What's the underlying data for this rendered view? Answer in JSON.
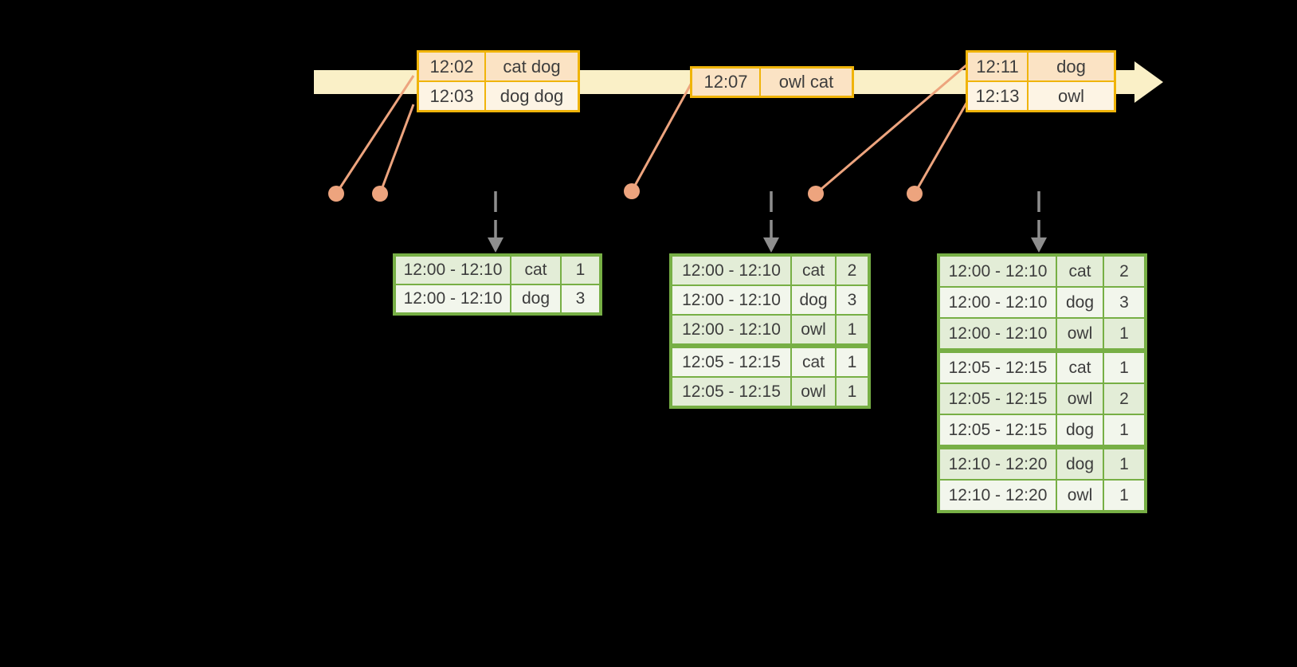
{
  "timeline": {
    "event_batches": [
      {
        "rows": [
          {
            "time": "12:02",
            "words": "cat dog"
          },
          {
            "time": "12:03",
            "words": "dog dog"
          }
        ]
      },
      {
        "rows": [
          {
            "time": "12:07",
            "words": "owl cat"
          }
        ]
      },
      {
        "rows": [
          {
            "time": "12:11",
            "words": "dog"
          },
          {
            "time": "12:13",
            "words": "owl"
          }
        ]
      }
    ]
  },
  "result_tables": [
    {
      "rows": [
        {
          "window": "12:00 - 12:10",
          "word": "cat",
          "count": "1"
        },
        {
          "window": "12:00 - 12:10",
          "word": "dog",
          "count": "3"
        }
      ]
    },
    {
      "rows": [
        {
          "window": "12:00 - 12:10",
          "word": "cat",
          "count": "2"
        },
        {
          "window": "12:00 - 12:10",
          "word": "dog",
          "count": "3"
        },
        {
          "window": "12:00 - 12:10",
          "word": "owl",
          "count": "1"
        },
        {
          "window": "12:05 - 12:15",
          "word": "cat",
          "count": "1"
        },
        {
          "window": "12:05 - 12:15",
          "word": "owl",
          "count": "1"
        }
      ]
    },
    {
      "rows": [
        {
          "window": "12:00 - 12:10",
          "word": "cat",
          "count": "2"
        },
        {
          "window": "12:00 - 12:10",
          "word": "dog",
          "count": "3"
        },
        {
          "window": "12:00 - 12:10",
          "word": "owl",
          "count": "1"
        },
        {
          "window": "12:05 - 12:15",
          "word": "cat",
          "count": "1"
        },
        {
          "window": "12:05 - 12:15",
          "word": "owl",
          "count": "2"
        },
        {
          "window": "12:05 - 12:15",
          "word": "dog",
          "count": "1"
        },
        {
          "window": "12:10 - 12:20",
          "word": "dog",
          "count": "1"
        },
        {
          "window": "12:10 - 12:20",
          "word": "owl",
          "count": "1"
        }
      ]
    }
  ],
  "colors": {
    "background": "#000000",
    "timeline_bar": "#FAF0C7",
    "event_table_border": "#F0B40A",
    "event_row_fill_dark": "#FBE3C4",
    "event_row_fill_light": "#FDF4E4",
    "connector": "#EDA47E",
    "result_table_border": "#77AF45",
    "result_row_fill_dark": "#E3EDD7",
    "result_row_fill_light": "#F2F6EC",
    "arrow_gray": "#8E8E8E",
    "text": "#3D3D3D"
  }
}
